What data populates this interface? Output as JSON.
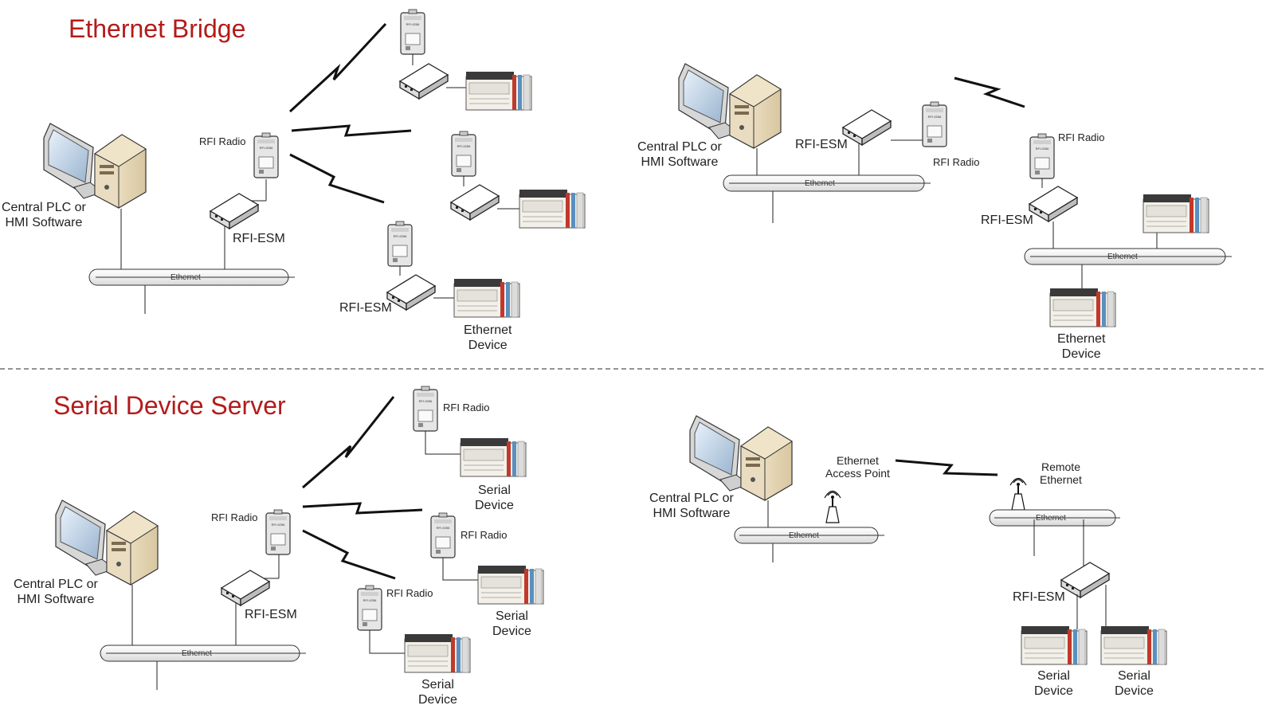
{
  "sections": {
    "bridge_title": "Ethernet Bridge",
    "server_title": "Serial Device Server"
  },
  "labels": {
    "central_line1": "Central PLC or",
    "central_line2": "HMI Software",
    "rfi_radio": "RFI Radio",
    "rfi_esm": "RFI-ESM",
    "ethernet": "Ethernet",
    "ethernet_device_line1": "Ethernet",
    "ethernet_device_line2": "Device",
    "serial_device_line1": "Serial",
    "serial_device_line2": "Device",
    "access_point_line1": "Ethernet",
    "access_point_line2": "Access Point",
    "remote_ethernet_line1": "Remote",
    "remote_ethernet_line2": "Ethernet",
    "radio_badge": "RFI-9256"
  },
  "colors": {
    "title": "#b31b1b",
    "pipe_fill": "#f2f2f2",
    "line": "#222222",
    "divider": "#555555"
  },
  "icons": [
    "computer-icon",
    "radio-icon",
    "esm-module-icon",
    "plc-device-icon",
    "lightning-bolt-icon",
    "access-point-icon",
    "ethernet-bus-icon"
  ]
}
